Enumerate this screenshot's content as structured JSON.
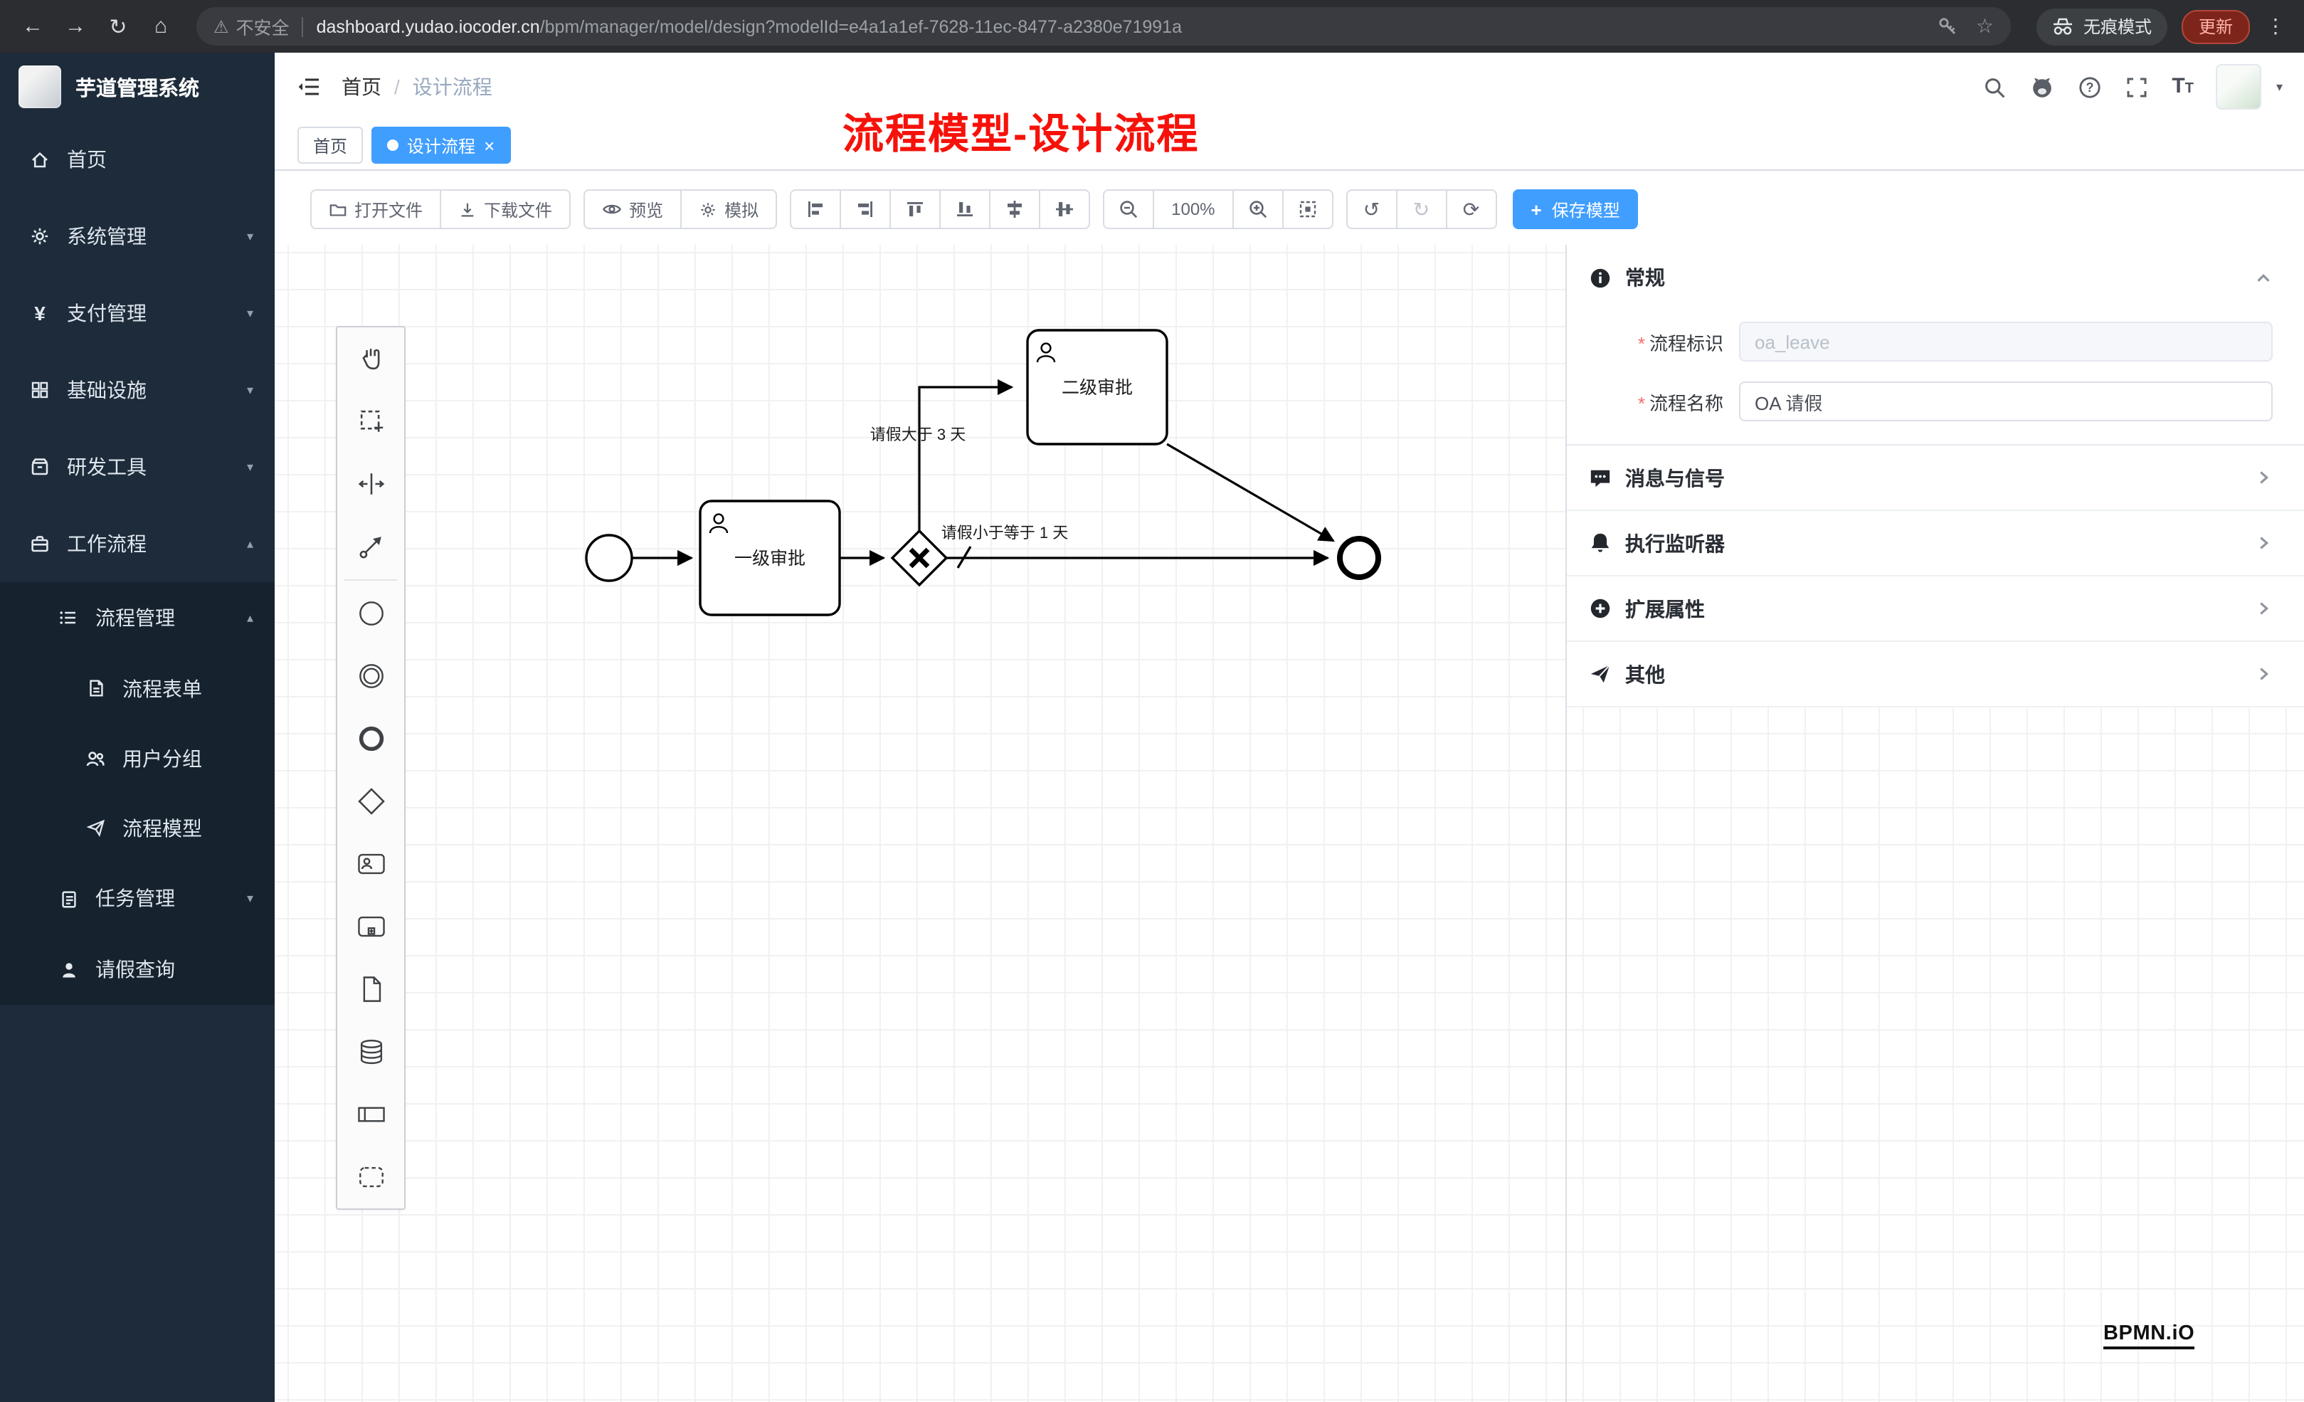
{
  "icons": {
    "back": "←",
    "forward": "→",
    "reload": "↻",
    "home": "⌂",
    "warning": "⚠",
    "star": "☆",
    "menu": "⋮",
    "chevron_down": "▾",
    "chevron_up": "▴",
    "caret_down": "▾",
    "close": "×",
    "undo": "↺",
    "redo": "↻",
    "refresh": "⟳",
    "plus": "+",
    "question": "?",
    "yen": "¥",
    "letter_T": "T",
    "required": "*"
  },
  "browser": {
    "security": "不安全",
    "domain": "dashboard.yudao.iocoder.cn",
    "path": "/bpm/manager/model/design?modelId=e4a1a1ef-7628-11ec-8477-a2380e71991a",
    "incognito": "无痕模式",
    "update": "更新"
  },
  "sidebar": {
    "title": "芋道管理系统",
    "items": [
      {
        "label": "首页"
      },
      {
        "label": "系统管理"
      },
      {
        "label": "支付管理"
      },
      {
        "label": "基础设施"
      },
      {
        "label": "研发工具"
      },
      {
        "label": "工作流程"
      },
      {
        "label": "流程管理"
      },
      {
        "label": "流程表单"
      },
      {
        "label": "用户分组"
      },
      {
        "label": "流程模型"
      },
      {
        "label": "任务管理"
      },
      {
        "label": "请假查询"
      }
    ]
  },
  "header": {
    "breadcrumb": [
      "首页",
      "设计流程"
    ],
    "separator": "/"
  },
  "annotation": "流程模型-设计流程",
  "tabs": [
    {
      "label": "首页"
    },
    {
      "label": "设计流程"
    }
  ],
  "toolbar": {
    "open_file": "打开文件",
    "download_file": "下载文件",
    "preview": "预览",
    "simulate": "模拟",
    "zoom_level": "100%",
    "save_model": "保存模型"
  },
  "diagram": {
    "task1": "一级审批",
    "task2": "二级审批",
    "flow_gt": "请假大于 3 天",
    "flow_lte": "请假小于等于 1 天"
  },
  "panel": {
    "sections": {
      "general": "常规",
      "message_signal": "消息与信号",
      "execution_listener": "执行监听器",
      "extended_attrs": "扩展属性",
      "other": "其他"
    },
    "fields": {
      "process_key_label": "流程标识",
      "process_key_value": "oa_leave",
      "process_name_label": "流程名称",
      "process_name_value": "OA 请假"
    }
  },
  "logo_bpmn": "BPMN.iO"
}
